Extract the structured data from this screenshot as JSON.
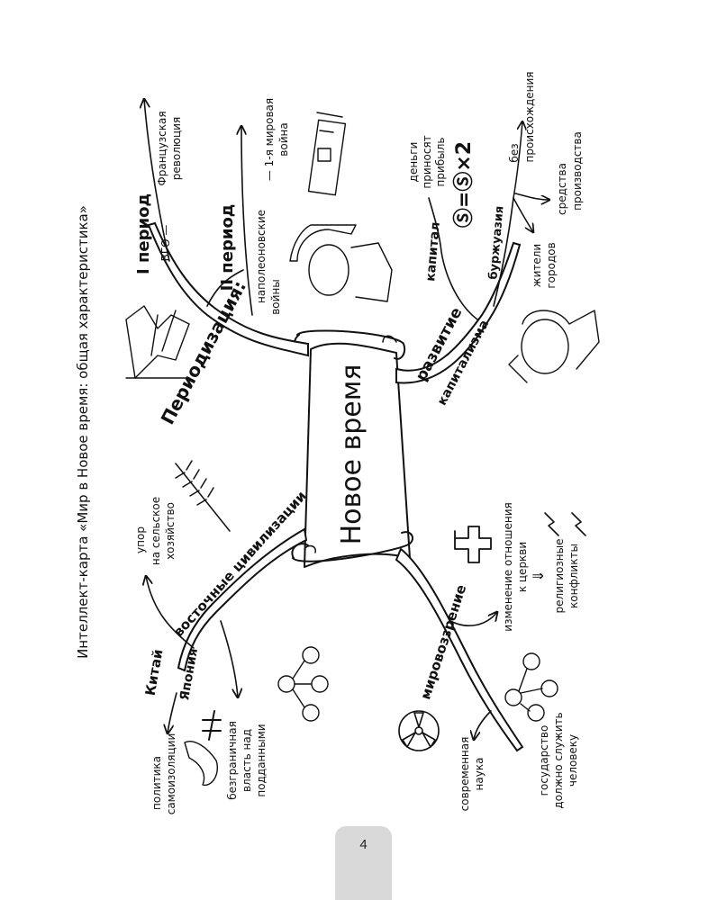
{
  "header": {
    "title": "Интеллект-карта «Мир в Новое время: общая характеристика»"
  },
  "center": {
    "title": "Новое время"
  },
  "branches": {
    "periodization": {
      "label": "Периодизация:",
      "period1": {
        "label": "I период",
        "detail1": "ВГО —",
        "detail2": "Французская",
        "detail3": "революция"
      },
      "period2": {
        "label": "II период",
        "detail1": "наполеоновские",
        "detail2": "войны",
        "detail3": "— 1-я мировая",
        "detail4": "война"
      }
    },
    "capitalism": {
      "label1": "развитие",
      "label2": "капитализма",
      "capital": {
        "label": "капитал",
        "line1": "деньги",
        "line2": "приносят",
        "line3": "прибыль",
        "formula": "Ⓢ=Ⓢ×2"
      },
      "bourgeoisie": {
        "label": "буржуазия",
        "item1_line1": "без",
        "item1_line2": "происхождения",
        "item2_line1": "средства",
        "item2_line2": "производства",
        "item3_line1": "жители",
        "item3_line2": "городов"
      }
    },
    "eastern": {
      "label": "восточные цивилизации",
      "agri_line1": "упор",
      "agri_line2": "на сельское",
      "agri_line3": "хозяйство",
      "china": "Китай",
      "japan": "Япония",
      "isolation_line1": "политика",
      "isolation_line2": "самоизоляции",
      "power_line1": "безграничная",
      "power_line2": "власть над",
      "power_line3": "подданными"
    },
    "worldview": {
      "label": "мировоззрение",
      "church_line1": "изменение отношения",
      "church_line2": "к церкви",
      "arrow": "⇓",
      "conflict_line1": "религиозные",
      "conflict_line2": "конфликты",
      "science_line1": "современная",
      "science_line2": "наука",
      "state_line1": "государство",
      "state_line2": "должно служить",
      "state_line3": "человеку"
    }
  },
  "footer": {
    "page_number": "4"
  },
  "colors": {
    "ink": "#111111",
    "paper": "#ffffff",
    "tab": "#d9d9d9"
  }
}
